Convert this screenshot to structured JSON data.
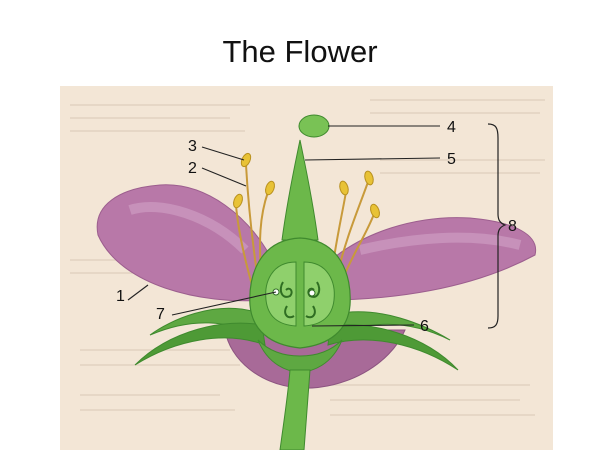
{
  "title": "The Flower",
  "labels": [
    {
      "id": "1",
      "text": "1"
    },
    {
      "id": "2",
      "text": "2"
    },
    {
      "id": "3",
      "text": "3"
    },
    {
      "id": "4",
      "text": "4"
    },
    {
      "id": "5",
      "text": "5"
    },
    {
      "id": "6",
      "text": "6"
    },
    {
      "id": "7",
      "text": "7"
    },
    {
      "id": "8",
      "text": "8"
    }
  ],
  "colors": {
    "background_paper": "#f3e6d6",
    "petal": "#b878a8",
    "petal_light": "#d6a9cc",
    "green": "#6cb84a",
    "green_dark": "#3f8a2e",
    "anther": "#e8c236",
    "filament": "#c89a3a",
    "line": "#222222"
  }
}
